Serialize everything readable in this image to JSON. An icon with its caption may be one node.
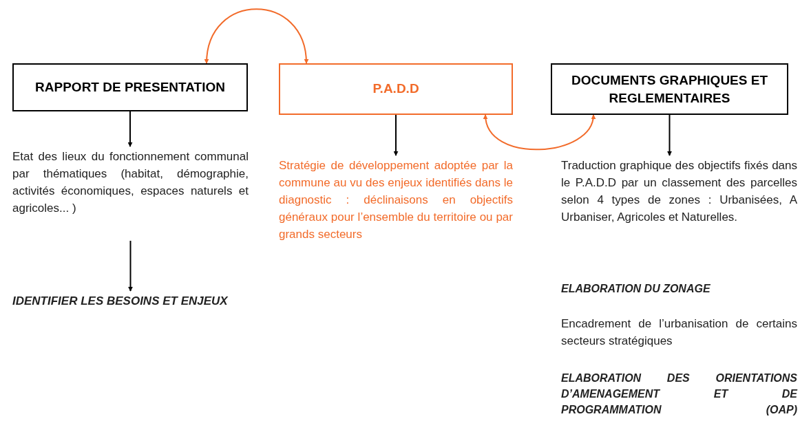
{
  "diagram": {
    "nodes": [
      {
        "text": [
          "RAPPORT DE PRESENTATION"
        ]
      },
      {
        "text": [
          "P.A.D.D"
        ]
      },
      {
        "text": [
          "DOCUMENTS GRAPHIQUES ET REGLEMENTAIRES"
        ]
      },
      {
        "text": [
          "Etat des lieux du fonctionnement communal par thématiques (habitat, démographie, activités économiques, espaces naturels et agricoles... )"
        ]
      },
      {
        "text": [
          "IDENTIFIER LES BESOINS ET ENJEUX"
        ]
      },
      {
        "text": [
          "Stratégie de développement adoptée par la commune au vu des enjeux identifiés dans le diagnostic : déclinaisons en objectifs généraux pour l’ensemble du territoire ou par grands secteurs"
        ]
      },
      {
        "text": [
          "Traduction graphique des objectifs fixés dans le P.A.D.D par un classement des parcelles selon 4 types de zones : Urbanisées, A Urbaniser, Agricoles et Naturelles."
        ]
      }
    ],
    "edges": [
      {
        "from": 0,
        "to": 1,
        "arrow": "both",
        "color": "#f26b2a"
      },
      {
        "from": 1,
        "to": 2,
        "arrow": "both",
        "color": "#f26b2a"
      },
      {
        "from": 0,
        "to": 3,
        "arrow": "to"
      },
      {
        "from": 3,
        "to": 4,
        "arrow": "to"
      },
      {
        "from": 1,
        "to": 5,
        "arrow": "to"
      },
      {
        "from": 2,
        "to": 6,
        "arrow": "to"
      }
    ],
    "labels": [
      "ELABORATION DU ZONAGE",
      "Encadrement de l’urbanisation de certains secteurs stratégiques",
      "ELABORATION DES ORIENTATIONS D’AMENAGEMENT ET DE PROGRAMMATION (OAP)"
    ]
  }
}
